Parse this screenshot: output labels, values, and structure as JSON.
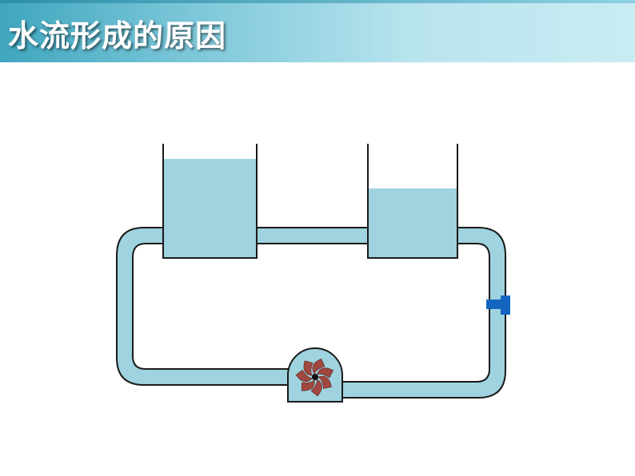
{
  "header": {
    "title": "水流形成的原因"
  },
  "diagram": {
    "left_container_level": 0.86,
    "right_container_level": 0.61,
    "colors": {
      "water": "#9ed3df",
      "outline": "#1a1a1a",
      "valve": "#1565c0",
      "impeller": "#a0473f"
    },
    "icons": [
      "valve-icon",
      "pump-impeller-icon"
    ]
  }
}
